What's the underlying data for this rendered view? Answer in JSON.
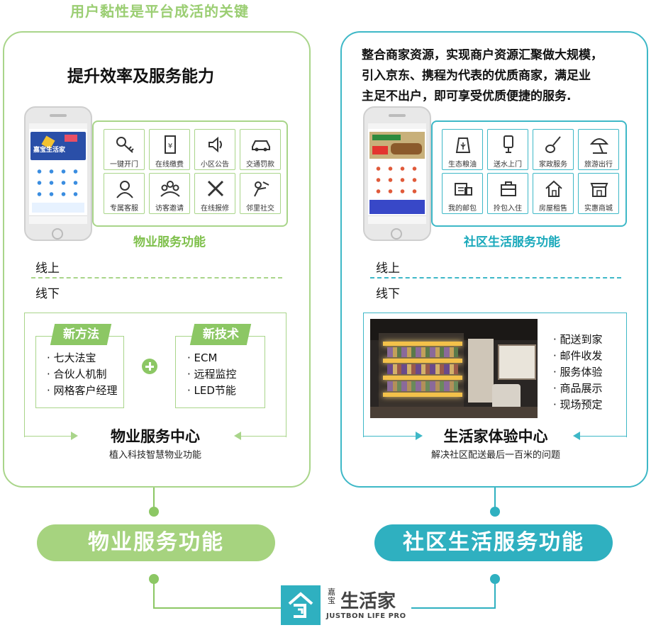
{
  "top_title": "用户黏性是平台成活的关键",
  "left": {
    "heading": "提升效率及服务能力",
    "grid_title": "物业服务功能",
    "phone_banner": "嘉宝生活家",
    "tiles": [
      {
        "label": "一键开门",
        "icon": "key-icon"
      },
      {
        "label": "在线缴费",
        "icon": "yen-icon"
      },
      {
        "label": "小区公告",
        "icon": "speaker-icon"
      },
      {
        "label": "交通罚款",
        "icon": "car-icon"
      },
      {
        "label": "专属客服",
        "icon": "agent-icon"
      },
      {
        "label": "访客邀请",
        "icon": "visitors-icon"
      },
      {
        "label": "在线报修",
        "icon": "tools-icon"
      },
      {
        "label": "邻里社交",
        "icon": "social-icon"
      }
    ],
    "online": "线上",
    "offline": "线下",
    "method": {
      "tag": "新方法",
      "items": [
        "· 七大法宝",
        "· 合伙人机制",
        "· 网格客户经理"
      ]
    },
    "tech": {
      "tag": "新技术",
      "items": [
        "· ECM",
        "· 远程监控",
        "· LED节能"
      ]
    },
    "center_title": "物业服务中心",
    "center_sub": "植入科技智慧物业功能",
    "pill": "物业服务功能"
  },
  "right": {
    "paragraph": [
      "整合商家资源，实现商户资源汇聚做大规模，",
      "引入京东、携程为代表的优质商家，满足业",
      "主足不出户，即可享受优质便捷的服务."
    ],
    "grid_title": "社区生活服务功能",
    "tiles": [
      {
        "label": "生态粮油",
        "icon": "grain-bag-icon"
      },
      {
        "label": "送水上门",
        "icon": "water-bottle-icon"
      },
      {
        "label": "家政服务",
        "icon": "broom-icon"
      },
      {
        "label": "旅游出行",
        "icon": "beach-umbrella-icon"
      },
      {
        "label": "我的邮包",
        "icon": "parcel-icon"
      },
      {
        "label": "拎包入住",
        "icon": "bag-icon"
      },
      {
        "label": "房屋租售",
        "icon": "house-icon"
      },
      {
        "label": "实惠商城",
        "icon": "shop-icon"
      }
    ],
    "online": "线上",
    "offline": "线下",
    "services": [
      "· 配送到家",
      "· 邮件收发",
      "· 服务体验",
      "· 商品展示",
      "· 现场预定"
    ],
    "center_title": "生活家体验中心",
    "center_sub": "解决社区配送最后一百米的问题",
    "pill": "社区生活服务功能"
  },
  "logo": {
    "small": "嘉宝",
    "big": "生活家",
    "en": "JUSTBON LIFE PRO"
  },
  "colors": {
    "green": "#a9d58a",
    "teal": "#3eb8c7",
    "tag_green": "#8cc764"
  }
}
